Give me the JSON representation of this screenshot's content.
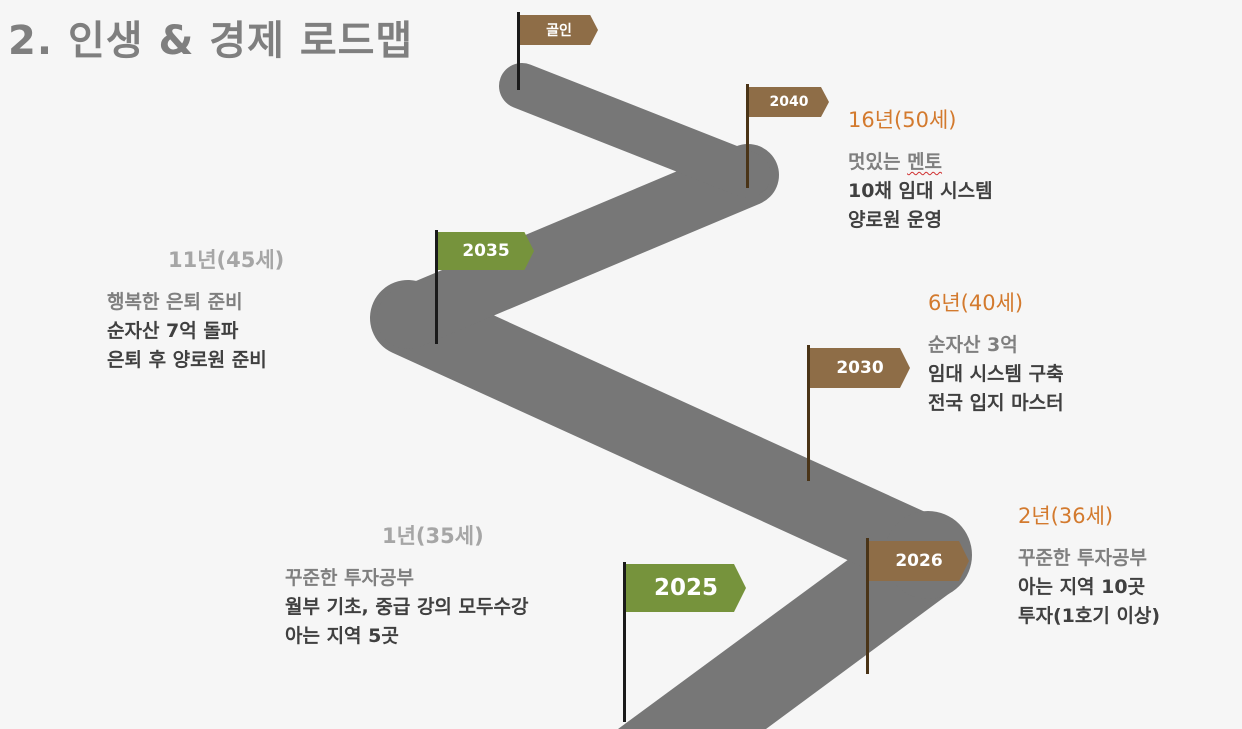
{
  "title": "2. 인생 & 경제 로드맵",
  "colors": {
    "road": "#777777",
    "brown_flag": "#8e6d47",
    "green_flag": "#76933c",
    "orange_text": "#d37a2e"
  },
  "flags": {
    "goal": "골인",
    "y2040": "2040",
    "y2035": "2035",
    "y2030": "2030",
    "y2026": "2026",
    "y2025": "2025"
  },
  "milestones": {
    "m50": {
      "heading": "16년(50세)",
      "line1a": "멋있는 ",
      "line1b": "멘토",
      "line2": "10채 임대 시스템",
      "line3": "양로원 운영"
    },
    "m45": {
      "heading": "11년(45세)",
      "line1": "행복한 은퇴 준비",
      "line2": "순자산 7억 돌파",
      "line3": "은퇴 후 양로원 준비"
    },
    "m40": {
      "heading": "6년(40세)",
      "line1": "순자산 3억",
      "line2": "임대 시스템 구축",
      "line3": "전국 입지 마스터"
    },
    "m36": {
      "heading": "2년(36세)",
      "line1": "꾸준한 투자공부",
      "line2": "아는 지역 10곳",
      "line3": "투자(1호기 이상)"
    },
    "m35": {
      "heading": "1년(35세)",
      "line1": "꾸준한 투자공부",
      "line2": "월부 기초, 중급 강의 모두수강",
      "line3": "아는 지역 5곳"
    }
  }
}
